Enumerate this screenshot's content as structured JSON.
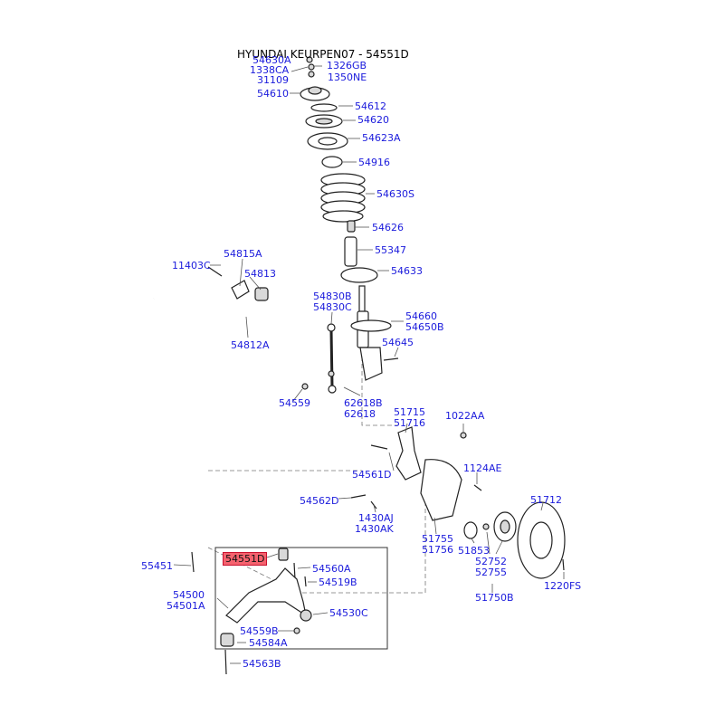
{
  "header": {
    "title": "HYUNDAI KEURPEN07 - 54551D"
  },
  "highlight_color": "#f5626e",
  "label_color": "#1a1adc",
  "parts": [
    {
      "id": "54630A",
      "label": "54630A"
    },
    {
      "id": "1338CA",
      "label": "1338CA"
    },
    {
      "id": "1326GB",
      "label": "1326GB"
    },
    {
      "id": "31109",
      "label": "31109"
    },
    {
      "id": "1350NE",
      "label": "1350NE"
    },
    {
      "id": "54610",
      "label": "54610"
    },
    {
      "id": "54612",
      "label": "54612"
    },
    {
      "id": "54620",
      "label": "54620"
    },
    {
      "id": "54623A",
      "label": "54623A"
    },
    {
      "id": "54916",
      "label": "54916"
    },
    {
      "id": "54630S",
      "label": "54630S"
    },
    {
      "id": "54626",
      "label": "54626"
    },
    {
      "id": "55347",
      "label": "55347"
    },
    {
      "id": "54633",
      "label": "54633"
    },
    {
      "id": "11403C",
      "label": "11403C"
    },
    {
      "id": "54815A",
      "label": "54815A"
    },
    {
      "id": "54813",
      "label": "54813"
    },
    {
      "id": "54830B",
      "label": "54830B"
    },
    {
      "id": "54830C",
      "label": "54830C"
    },
    {
      "id": "54660",
      "label": "54660"
    },
    {
      "id": "54650B",
      "label": "54650B"
    },
    {
      "id": "54812A",
      "label": "54812A"
    },
    {
      "id": "54645",
      "label": "54645"
    },
    {
      "id": "54559",
      "label": "54559"
    },
    {
      "id": "62618B",
      "label": "62618B"
    },
    {
      "id": "62618",
      "label": "62618"
    },
    {
      "id": "51715",
      "label": "51715"
    },
    {
      "id": "51716",
      "label": "51716"
    },
    {
      "id": "1022AA",
      "label": "1022AA"
    },
    {
      "id": "54561D",
      "label": "54561D"
    },
    {
      "id": "1124AE",
      "label": "1124AE"
    },
    {
      "id": "54562D",
      "label": "54562D"
    },
    {
      "id": "51712",
      "label": "51712"
    },
    {
      "id": "1430AJ",
      "label": "1430AJ"
    },
    {
      "id": "1430AK",
      "label": "1430AK"
    },
    {
      "id": "51755",
      "label": "51755"
    },
    {
      "id": "51756",
      "label": "51756"
    },
    {
      "id": "51853",
      "label": "51853"
    },
    {
      "id": "52752",
      "label": "52752"
    },
    {
      "id": "52755",
      "label": "52755"
    },
    {
      "id": "55451",
      "label": "55451"
    },
    {
      "id": "54551D",
      "label": "54551D",
      "highlighted": true
    },
    {
      "id": "54560A",
      "label": "54560A"
    },
    {
      "id": "54519B",
      "label": "54519B"
    },
    {
      "id": "1220FS",
      "label": "1220FS"
    },
    {
      "id": "54500",
      "label": "54500"
    },
    {
      "id": "54501A",
      "label": "54501A"
    },
    {
      "id": "51750B",
      "label": "51750B"
    },
    {
      "id": "54530C",
      "label": "54530C"
    },
    {
      "id": "54559B",
      "label": "54559B"
    },
    {
      "id": "54584A",
      "label": "54584A"
    },
    {
      "id": "54563B",
      "label": "54563B"
    }
  ]
}
